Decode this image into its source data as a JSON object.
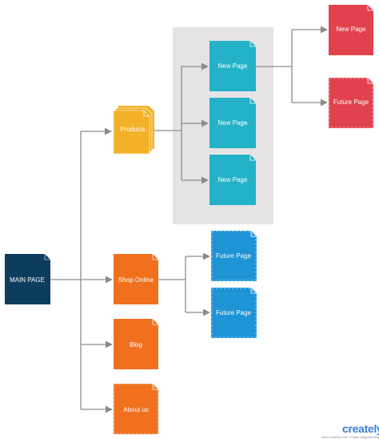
{
  "colors": {
    "main": "#0e3c5e",
    "products": "#f2b128",
    "new_page_cyan": "#23b2c8",
    "new_page_red": "#e0434d",
    "orange": "#f0701e",
    "future_blue": "#1e93d6",
    "group_bg": "#e6e3e6",
    "connector": "#8c8c8c"
  },
  "nodes": {
    "main_page": "MAIN PAGE",
    "products": "Products",
    "new_page_1": "New Page",
    "new_page_2": "New Page",
    "new_page_3": "New Page",
    "new_page_top": "New Page",
    "future_page_top": "Future Page",
    "shop_online": "Shop Online",
    "future_page_shop_1": "Future Page",
    "future_page_shop_2": "Future Page",
    "blog": "Blog",
    "about_us": "About us"
  },
  "brand": {
    "name": "creately",
    "tagline": "www.creately.com • Online Diagramming"
  }
}
